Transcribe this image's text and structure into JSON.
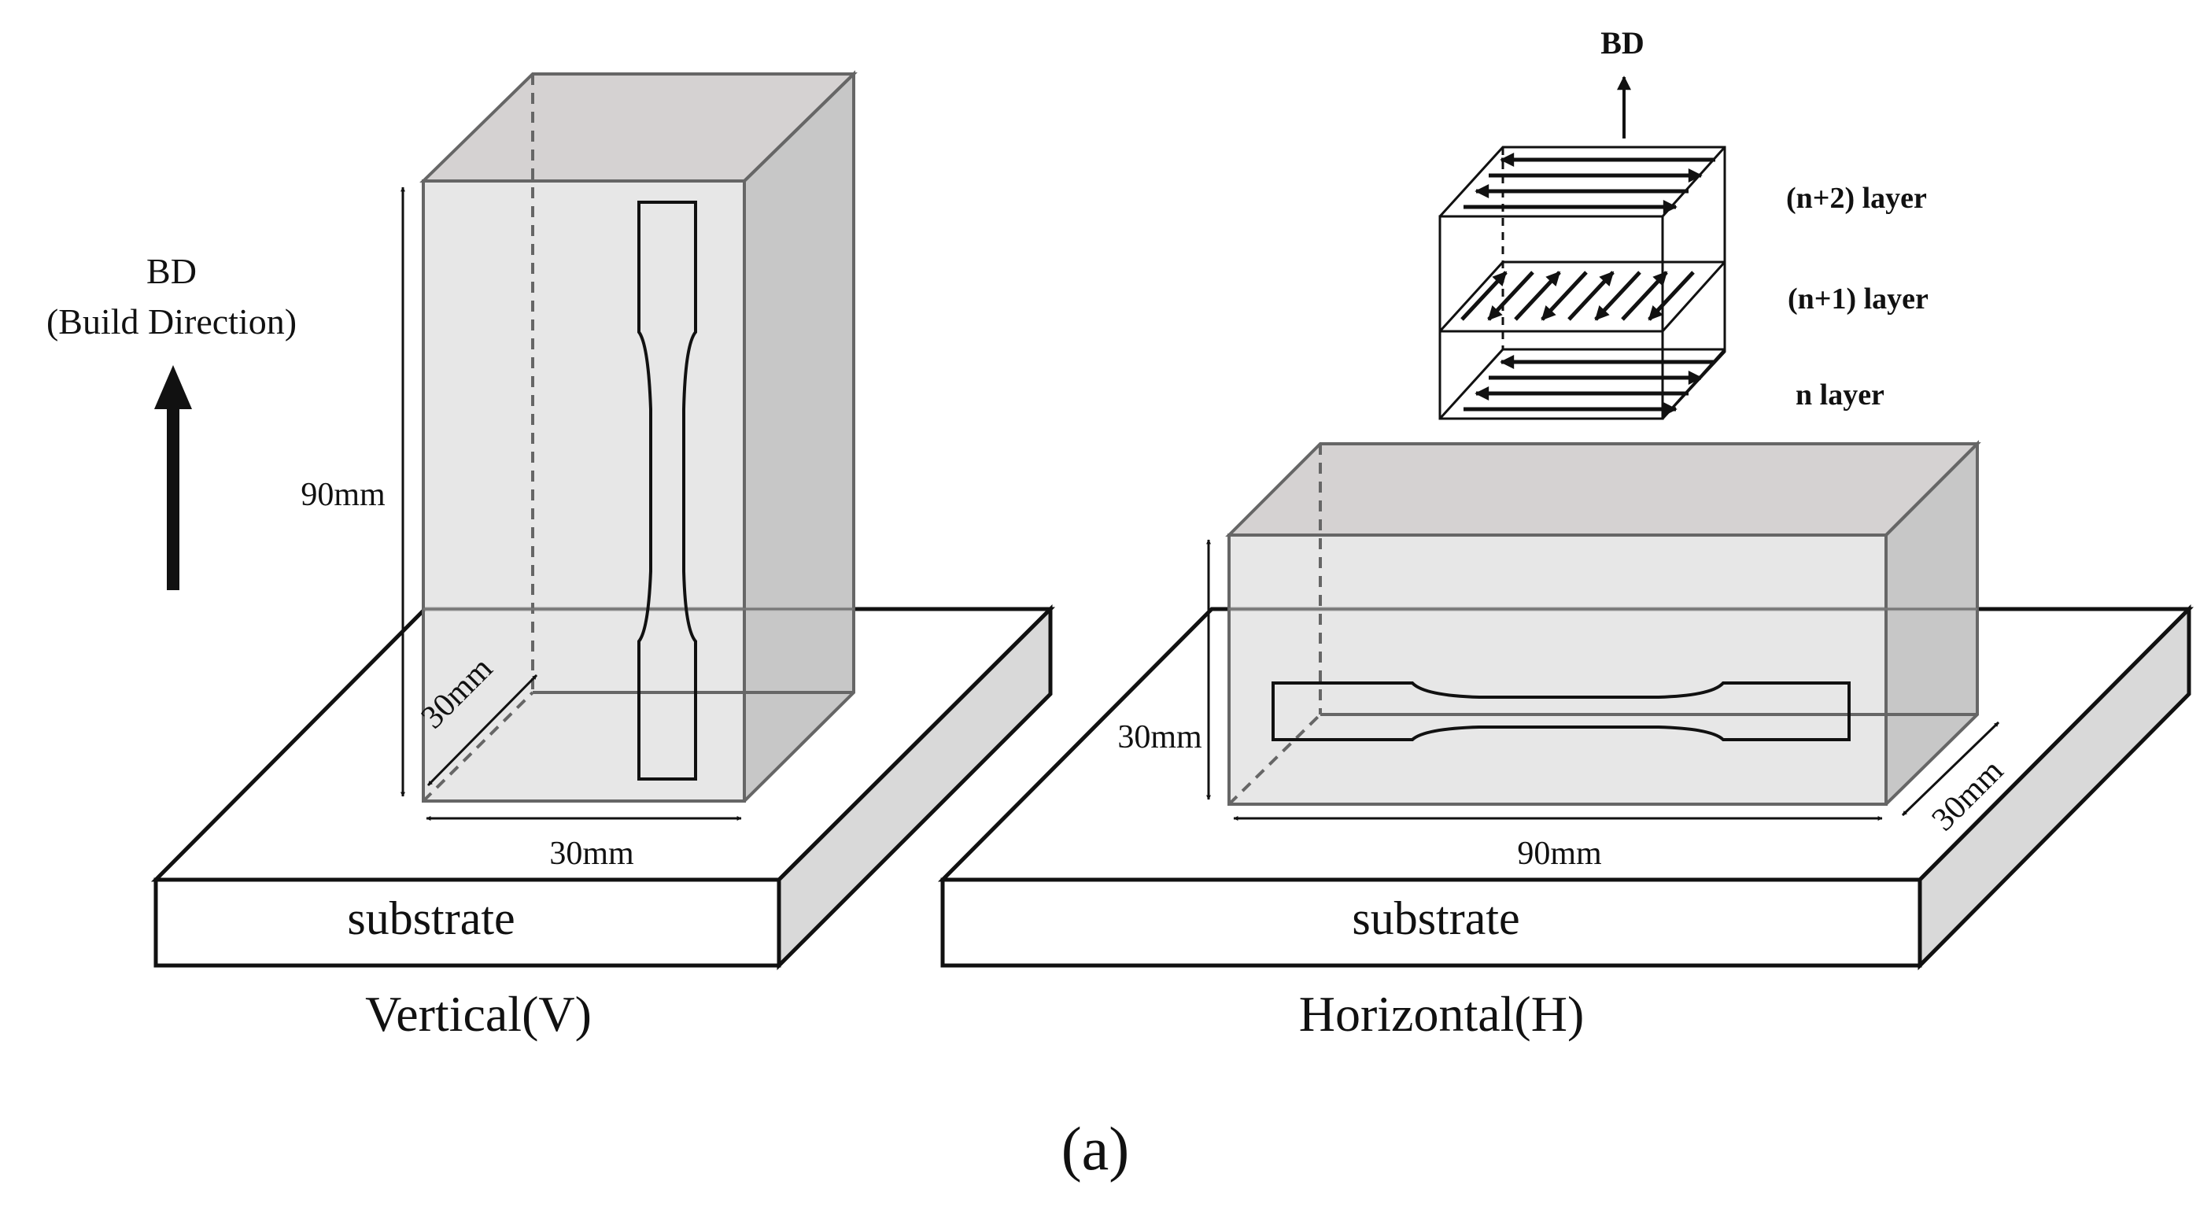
{
  "build_direction": {
    "label": "BD",
    "caption": "(Build Direction)"
  },
  "vertical": {
    "height_label": "90mm",
    "depth_label": "30mm",
    "width_label": "30mm",
    "substrate_label": "substrate",
    "caption": "Vertical(V)"
  },
  "horizontal": {
    "height_label": "30mm",
    "width_label": "90mm",
    "depth_label": "30mm",
    "substrate_label": "substrate",
    "caption": "Horizontal(H)"
  },
  "scan_inset": {
    "bd_label": "BD",
    "layers": [
      "(n+2) layer",
      "(n+1) layer",
      "n layer"
    ]
  },
  "panel_label": "(a)",
  "colors": {
    "block_front": "#e6e6e6",
    "block_top": "#d3d0d0",
    "block_side": "#c4c4c4",
    "substrate_top": "#ffffff",
    "substrate_side": "#d9d9d9",
    "line": "#111111",
    "edge": "#666666"
  }
}
